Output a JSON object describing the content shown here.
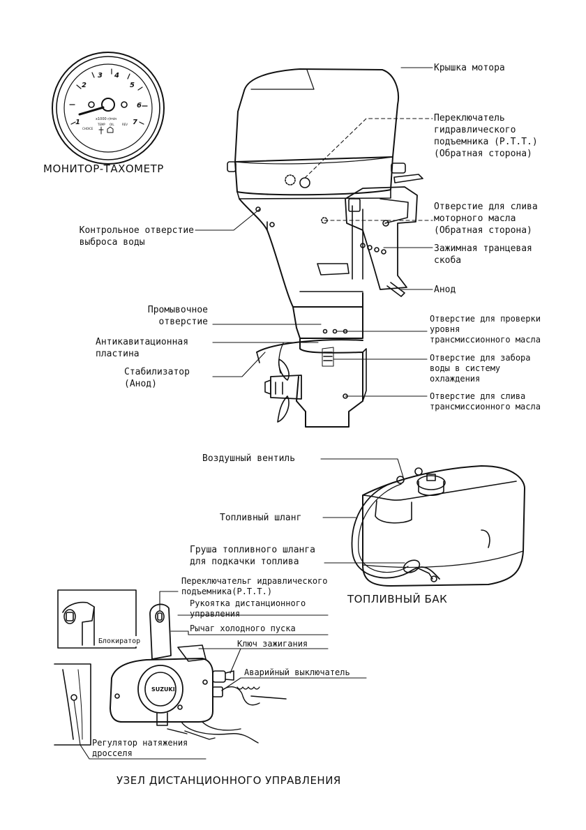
{
  "tachometer": {
    "caption": "МОНИТОР-ТАХОМЕТР",
    "dial_numbers": [
      "1",
      "2",
      "3",
      "4",
      "5",
      "6",
      "7"
    ],
    "dial_text": "x1000 r/min",
    "indicator_labels": [
      "CHOICE",
      "TEMP",
      "OIL",
      "REV"
    ]
  },
  "engine": {
    "labels": {
      "motor_cover": "Крышка мотора",
      "ptt_switch": [
        "Переключатель",
        "гидравлического",
        "подъемника (P.T.T.)",
        "(Обратная сторона)"
      ],
      "oil_drain": [
        "Отверстие для слива",
        "моторного масла",
        "(Обратная сторона)"
      ],
      "transom_clamp": [
        "Зажимная транцевая",
        "скоба"
      ],
      "anode": "Анод",
      "water_check_hole": [
        "Контрольное отверстие",
        "выброса воды"
      ],
      "flush_port": [
        "Промывочное",
        "отверстие"
      ],
      "anti_cavitation": [
        "Антикавитационная",
        "пластина"
      ],
      "trim_tab": [
        "Стабилизатор",
        "(Анод)"
      ],
      "gear_oil_level": [
        "Отверстие для проверки",
        "уровня",
        "трансмиссионного масла"
      ],
      "water_intake": [
        "Отверстие для забора",
        "воды в  систему",
        "охлаждения"
      ],
      "gear_oil_drain": [
        "Отверстие для слива",
        "трансмиссионного масла"
      ]
    }
  },
  "fuel_tank": {
    "caption": "ТОПЛИВНЫЙ БАК",
    "labels": {
      "air_vent": "Воздушный вентиль",
      "fuel_hose": "Топливный шланг",
      "primer_bulb": [
        "Груша топливного шланга",
        "для подкачки топлива"
      ]
    }
  },
  "remote_control": {
    "caption": "УЗЕЛ ДИСТАНЦИОННОГО УПРАВЛЕНИЯ",
    "brand": "SUZUKI",
    "labels": {
      "lock": "Блокиратор",
      "ptt_switch": [
        "Переключательг идравлического",
        "подъемника(P.T.T.)"
      ],
      "handle": [
        "Рукоятка  дистанционного",
        "управления"
      ],
      "fast_idle_lever": "Рычаг холодного пуска",
      "ignition_key": "Ключ зажигания",
      "emergency_switch": "Аварийный выключатель",
      "throttle_tension": [
        "Регулятор натяжения",
        "дросселя"
      ]
    }
  }
}
